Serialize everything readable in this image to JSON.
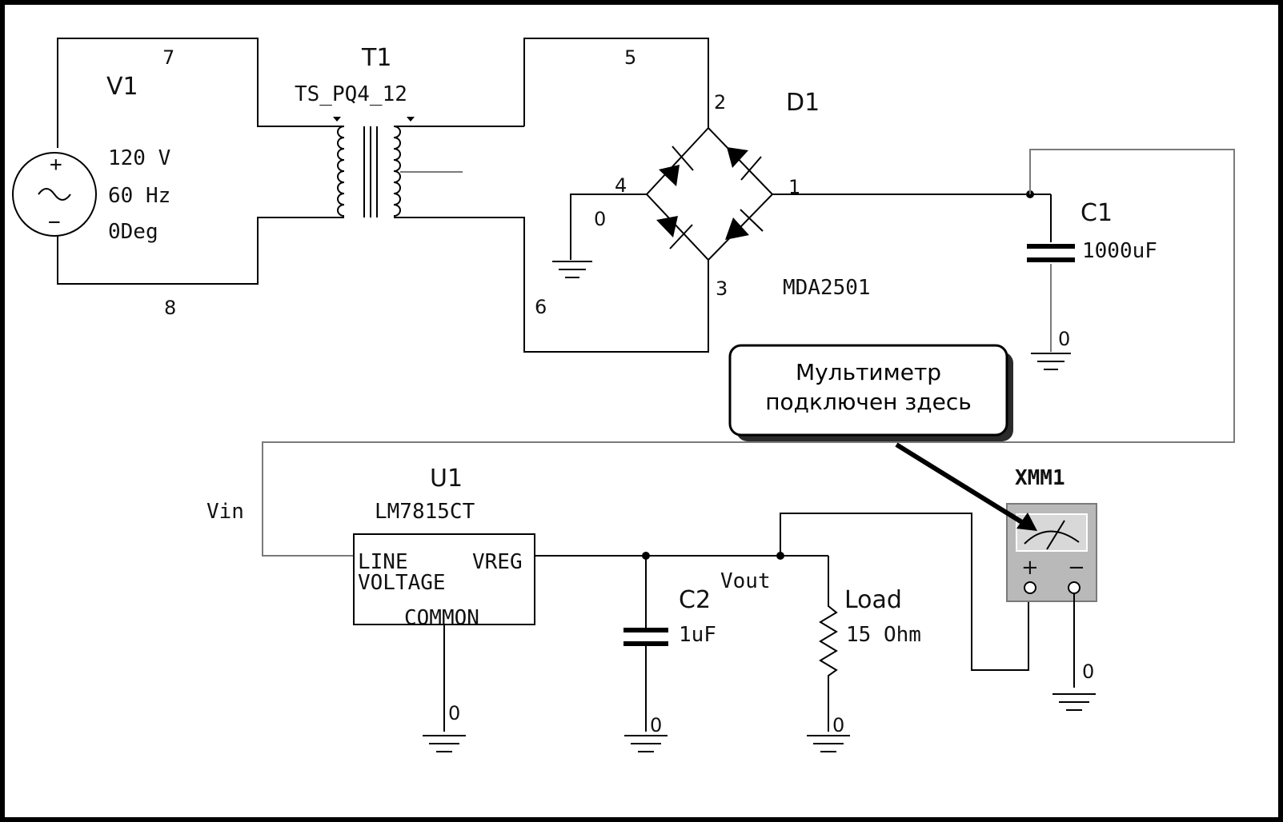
{
  "source": {
    "ref": "V1",
    "voltage": "120 V",
    "frequency": "60 Hz",
    "phase": "0Deg",
    "plus": "+",
    "minus": "−"
  },
  "transformer": {
    "ref": "T1",
    "model": "TS_PQ4_12"
  },
  "bridge": {
    "ref": "D1",
    "model": "MDA2501",
    "pins": [
      "1",
      "2",
      "3",
      "4"
    ]
  },
  "nets": {
    "n7": "7",
    "n8": "8",
    "n5": "5",
    "n6": "6",
    "gnd": "0"
  },
  "capacitor1": {
    "ref": "C1",
    "value": "1000uF"
  },
  "capacitor2": {
    "ref": "C2",
    "value": "1uF"
  },
  "regulator": {
    "ref": "U1",
    "model": "LM7815CT",
    "pin_line": "LINE",
    "pin_voltage": "VOLTAGE",
    "pin_vreg": "VREG",
    "pin_common": "COMMON"
  },
  "labels": {
    "vin": "Vin",
    "vout": "Vout"
  },
  "load": {
    "ref": "Load",
    "value": "15 Ohm"
  },
  "multimeter": {
    "ref": "XMM1",
    "plus": "+",
    "minus": "−"
  },
  "callout": {
    "line1": "Мультиметр",
    "line2": "подключен здесь"
  }
}
